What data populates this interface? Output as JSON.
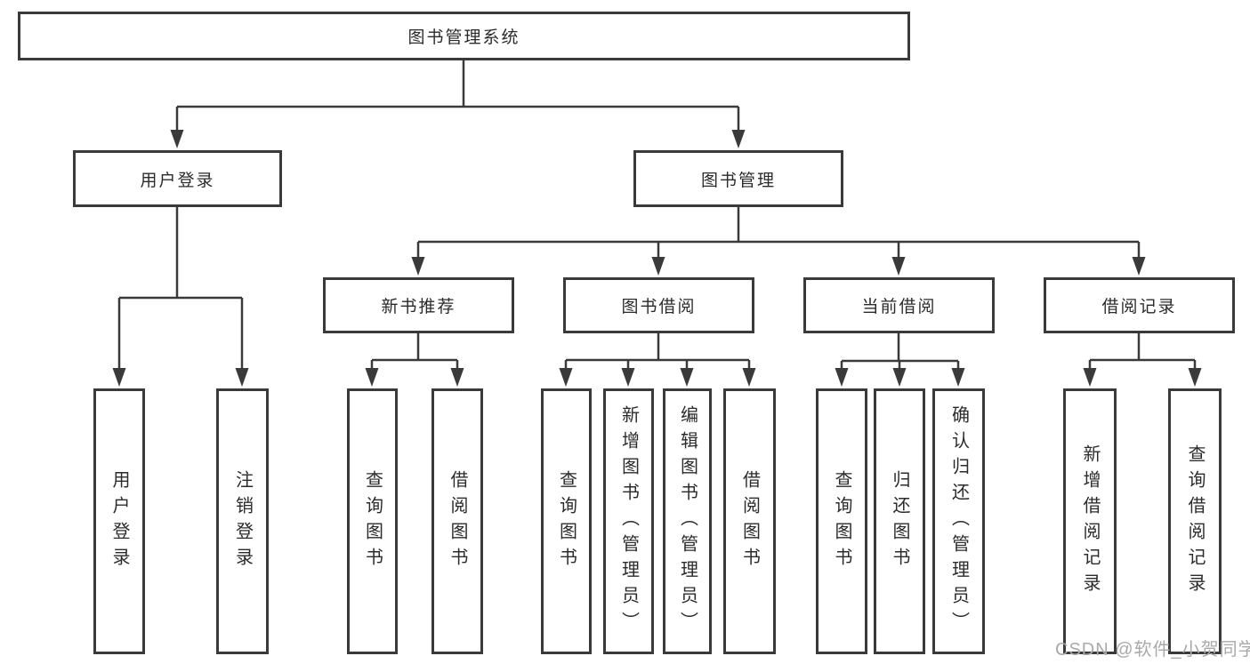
{
  "tree": {
    "root": {
      "label": "图书管理系统"
    },
    "login": {
      "label": "用户登录",
      "children": [
        {
          "label": "用户登录"
        },
        {
          "label": "注销登录"
        }
      ]
    },
    "management": {
      "label": "图书管理",
      "children": [
        {
          "label": "新书推荐",
          "children": [
            {
              "label": "查询图书"
            },
            {
              "label": "借阅图书"
            }
          ]
        },
        {
          "label": "图书借阅",
          "children": [
            {
              "label": "查询图书"
            },
            {
              "label": "新增图书（管理员）"
            },
            {
              "label": "编辑图书（管理员）"
            },
            {
              "label": "借阅图书"
            }
          ]
        },
        {
          "label": "当前借阅",
          "children": [
            {
              "label": "查询图书"
            },
            {
              "label": "归还图书"
            },
            {
              "label": "确认归还（管理员）"
            }
          ]
        },
        {
          "label": "借阅记录",
          "children": [
            {
              "label": "新增借阅记录"
            },
            {
              "label": "查询借阅记录"
            }
          ]
        }
      ]
    }
  },
  "watermark": {
    "text": "CSDN @软件_小贺同学"
  },
  "colors": {
    "line": "#3a3a3a",
    "text": "#2b2b2b",
    "watermark": "#a9a9a9",
    "background": "#ffffff"
  }
}
